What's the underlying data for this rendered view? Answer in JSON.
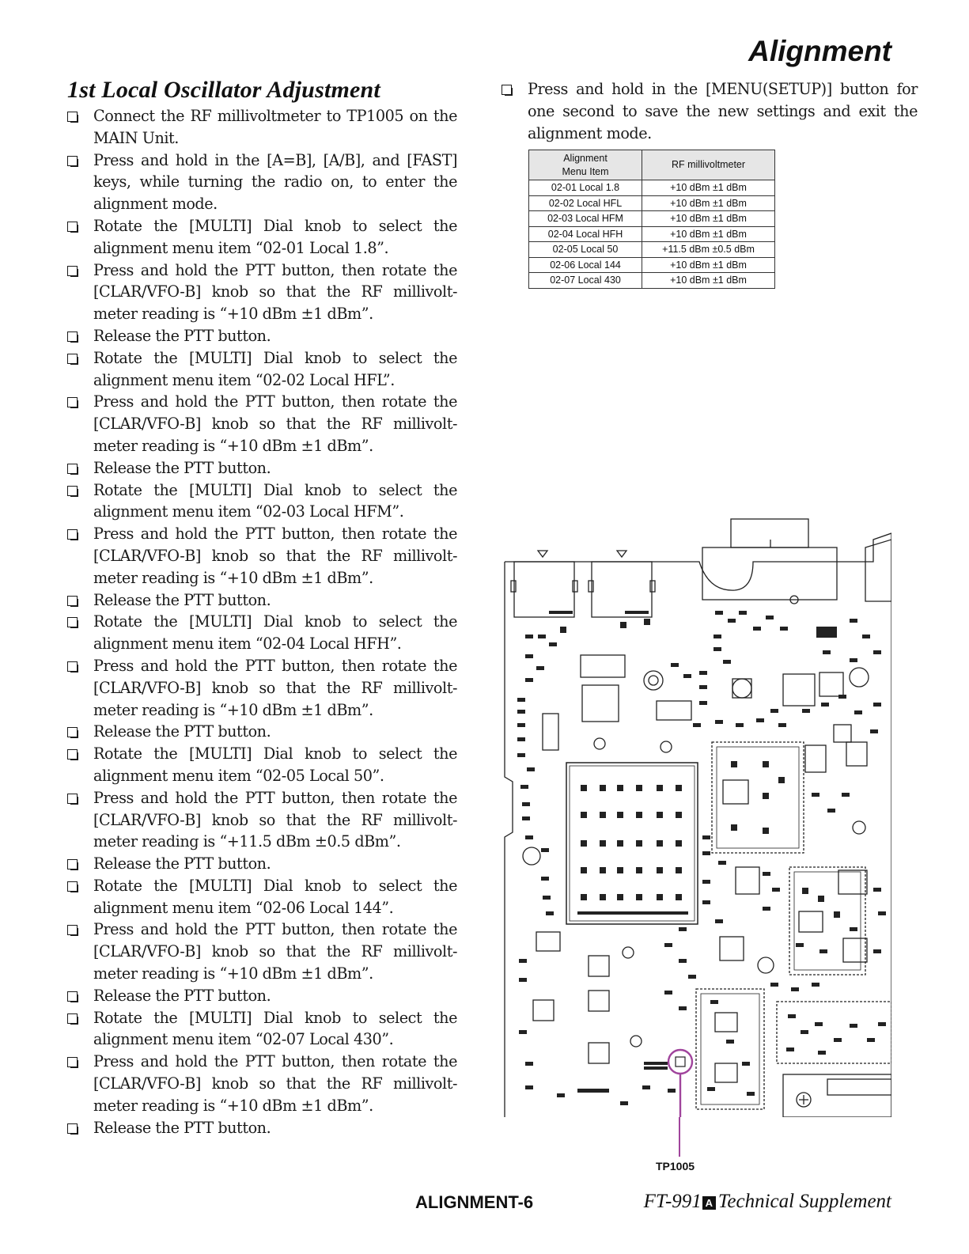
{
  "header": {
    "section": "Alignment"
  },
  "title": "1st Local Oscillator Adjustment",
  "steps": [
    "Connect the RF millivoltmeter to TP1005 on the MAIN Unit.",
    "Press and hold in the [A=B], [A/B], and [FAST] keys, while turning the radio on, to enter the alignment mode.",
    "Rotate the [MULTI] Dial knob to select the alignment menu item “02-01 Local 1.8”.",
    "Press and hold the PTT button, then rotate the [CLAR/VFO-B] knob so that the RF millivolt-meter reading is “+10 dBm ±1 dBm”.",
    "Release the PTT button.",
    "Rotate the [MULTI] Dial knob to select the alignment menu item “02-02 Local HFL”.",
    "Press and hold the PTT button, then rotate the [CLAR/VFO-B] knob so that the RF millivolt-meter reading is “+10 dBm ±1 dBm”.",
    "Release the PTT button.",
    "Rotate the [MULTI] Dial knob to select the alignment menu item “02-03 Local HFM”.",
    "Press and hold the PTT button, then rotate the [CLAR/VFO-B] knob so that the RF millivolt-meter reading is “+10 dBm ±1 dBm”.",
    "Release the PTT button.",
    "Rotate the [MULTI] Dial knob to select the alignment menu item “02-04 Local HFH”.",
    "Press and hold the PTT button, then rotate the [CLAR/VFO-B] knob so that the RF millivolt-meter reading is “+10 dBm ±1 dBm”.",
    "Release the PTT button.",
    "Rotate the [MULTI] Dial knob to select the alignment menu item “02-05 Local 50”.",
    "Press and hold the PTT button, then rotate the [CLAR/VFO-B] knob so that the RF millivolt-meter reading is “+11.5 dBm ±0.5 dBm”.",
    "Release the PTT button.",
    "Rotate the [MULTI] Dial knob to select the alignment menu item “02-06 Local 144”.",
    "Press and hold the PTT button, then rotate the [CLAR/VFO-B] knob so that the RF millivolt-meter reading is “+10 dBm ±1 dBm”.",
    "Release the PTT button.",
    "Rotate the [MULTI] Dial knob to select the alignment menu item “02-07 Local 430”.",
    "Press and hold the PTT button, then rotate the [CLAR/VFO-B] knob so that the RF millivolt-meter reading is “+10 dBm ±1 dBm”.",
    "Release the PTT button."
  ],
  "right_step": "Press and hold in the [MENU(SETUP)] button for one second to save the new settings and exit the alignment mode.",
  "table": {
    "col1_line1": "Alignment",
    "col1_line2": "Menu Item",
    "col2": "RF millivoltmeter",
    "rows": [
      [
        "02-01 Local 1.8",
        "+10 dBm ±1 dBm"
      ],
      [
        "02-02 Local HFL",
        "+10 dBm ±1 dBm"
      ],
      [
        "02-03 Local HFM",
        "+10 dBm ±1 dBm"
      ],
      [
        "02-04 Local HFH",
        "+10 dBm ±1 dBm"
      ],
      [
        "02-05 Local 50",
        "+11.5 dBm ±0.5 dBm"
      ],
      [
        "02-06 Local 144",
        "+10 dBm ±1 dBm"
      ],
      [
        "02-07 Local 430",
        "+10 dBm ±1 dBm"
      ]
    ]
  },
  "diagram": {
    "test_point_label": "TP1005",
    "highlight_color": "#a0449c"
  },
  "footer": {
    "page": "ALIGNMENT-6",
    "doc_model": "FT-991",
    "doc_badge": "A",
    "doc_rest": "Technical Supplement"
  }
}
